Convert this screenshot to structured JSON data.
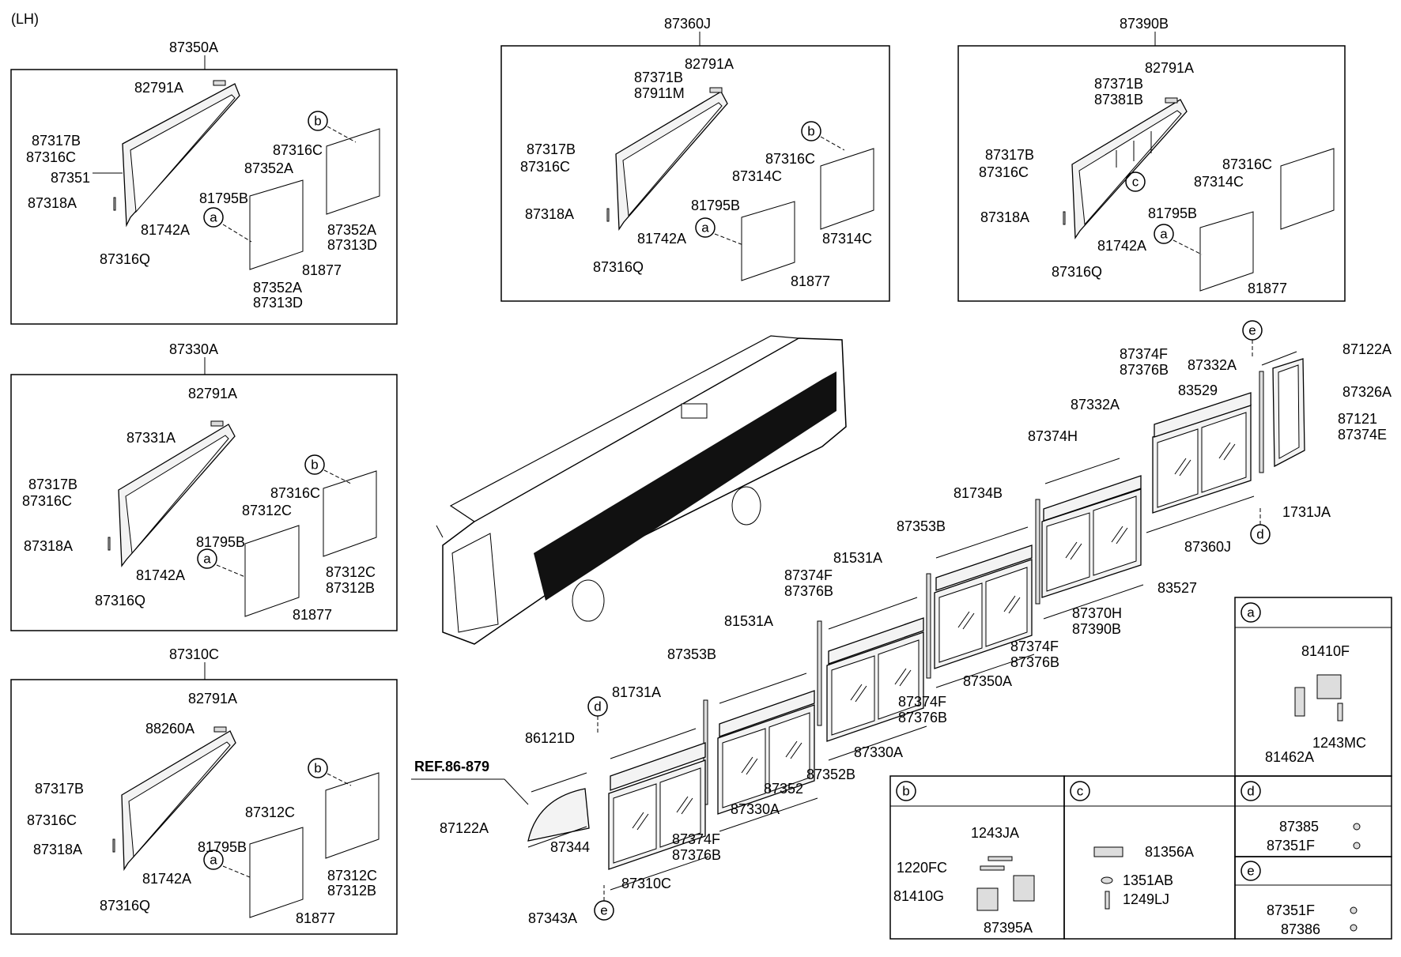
{
  "header": {
    "side": "(LH)"
  },
  "ref": "REF.86-879",
  "circles": {
    "a": "a",
    "b": "b",
    "c": "c",
    "d": "d",
    "e": "e"
  },
  "box1": {
    "title": "87350A",
    "l_82791A": "82791A",
    "l_87317B": "87317B",
    "l_87316C_l": "87316C",
    "l_87351": "87351",
    "l_87318A": "87318A",
    "l_87316C_r": "87316C",
    "l_87352A_1": "87352A",
    "l_81795B": "81795B",
    "l_81742A": "81742A",
    "l_87316Q": "87316Q",
    "l_87352A_2": "87352A",
    "l_87313D_2": "87313D",
    "l_81877": "81877",
    "l_87352A_3": "87352A",
    "l_87313D_3": "87313D"
  },
  "box2": {
    "title": "87360J",
    "l_82791A": "82791A",
    "l_87371B": "87371B",
    "l_87911M": "87911M",
    "l_87317B": "87317B",
    "l_87316C_l": "87316C",
    "l_87316C_r": "87316C",
    "l_87314C_1": "87314C",
    "l_87318A": "87318A",
    "l_81795B": "81795B",
    "l_81742A": "81742A",
    "l_87314C_2": "87314C",
    "l_87316Q": "87316Q",
    "l_81877": "81877"
  },
  "box3": {
    "title": "87390B",
    "l_82791A": "82791A",
    "l_87371B": "87371B",
    "l_87381B": "87381B",
    "l_87317B": "87317B",
    "l_87316C_l": "87316C",
    "l_87316C_r": "87316C",
    "l_87314C": "87314C",
    "l_87318A": "87318A",
    "l_81795B": "81795B",
    "l_81742A": "81742A",
    "l_87316Q": "87316Q",
    "l_81877": "81877"
  },
  "box4": {
    "title": "87330A",
    "l_82791A": "82791A",
    "l_87331A": "87331A",
    "l_87317B": "87317B",
    "l_87316C_l": "87316C",
    "l_87316C_r": "87316C",
    "l_87312C_1": "87312C",
    "l_87318A": "87318A",
    "l_81795B": "81795B",
    "l_81742A": "81742A",
    "l_87316Q": "87316Q",
    "l_87312C_2": "87312C",
    "l_87312B_2": "87312B",
    "l_81877": "81877"
  },
  "box5": {
    "title": "87310C",
    "l_82791A": "82791A",
    "l_88260A": "88260A",
    "l_87317B": "87317B",
    "l_87316C": "87316C",
    "l_87318A": "87318A",
    "l_87312C_1": "87312C",
    "l_81795B": "81795B",
    "l_81742A": "81742A",
    "l_87316Q": "87316Q",
    "l_87312C_2": "87312C",
    "l_87312B_2": "87312B",
    "l_81877": "81877"
  },
  "exploded": {
    "l_87122A_top": "87122A",
    "l_87326A": "87326A",
    "l_87121": "87121",
    "l_87374E": "87374E",
    "l_1731JA": "1731JA",
    "l_87374F_1": "87374F",
    "l_87376B_1": "87376B",
    "l_87332A_1": "87332A",
    "l_83529": "83529",
    "l_87332A_2": "87332A",
    "l_87374H": "87374H",
    "l_87360J": "87360J",
    "l_83527": "83527",
    "l_87370H": "87370H",
    "l_87390B": "87390B",
    "l_81734B": "81734B",
    "l_87353B_1": "87353B",
    "l_81531A_1": "81531A",
    "l_87374F_2": "87374F",
    "l_87376B_2": "87376B",
    "l_87374F_3": "87374F",
    "l_87376B_3": "87376B",
    "l_87350A": "87350A",
    "l_87374F_4": "87374F",
    "l_87376B_4": "87376B",
    "l_87330A_1": "87330A",
    "l_87352B": "87352B",
    "l_81531A_2": "81531A",
    "l_87353B_2": "87353B",
    "l_81731A": "81731A",
    "l_86121D": "86121D",
    "l_87352": "87352",
    "l_87330A_2": "87330A",
    "l_87122A_bot": "87122A",
    "l_87344": "87344",
    "l_87343A": "87343A",
    "l_87374F_5": "87374F",
    "l_87376B_5": "87376B",
    "l_87310C": "87310C"
  },
  "detail_a": {
    "l_81410F": "81410F",
    "l_1243MC": "1243MC",
    "l_81462A": "81462A"
  },
  "detail_b": {
    "l_1243JA": "1243JA",
    "l_1220FC": "1220FC",
    "l_81410G": "81410G",
    "l_87395A": "87395A"
  },
  "detail_c": {
    "l_81356A": "81356A",
    "l_1351AB": "1351AB",
    "l_1249LJ": "1249LJ"
  },
  "detail_d": {
    "l_87385": "87385",
    "l_87351F": "87351F"
  },
  "detail_e": {
    "l_87351F": "87351F",
    "l_87386": "87386"
  }
}
